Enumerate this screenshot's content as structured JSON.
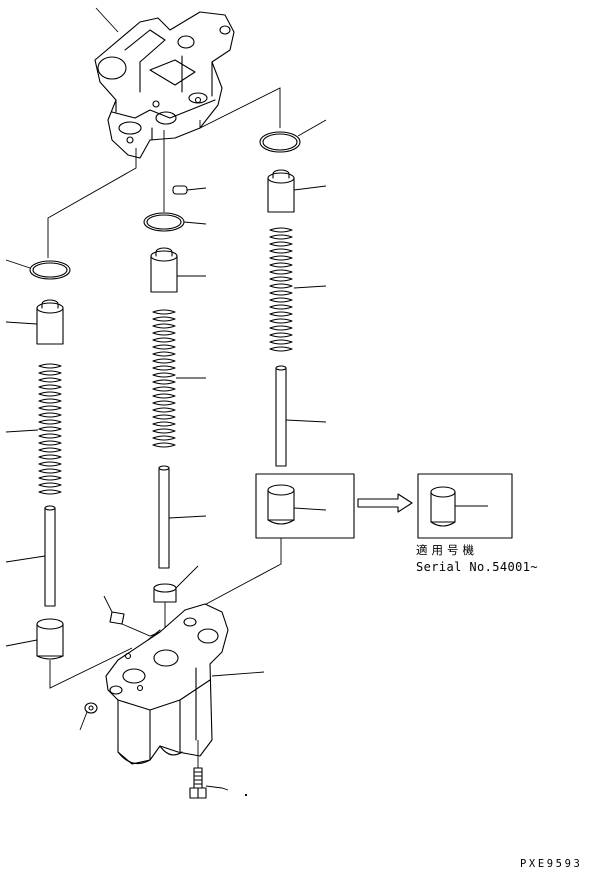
{
  "note": {
    "applicable_machine": "適用号機",
    "serial": "Serial No.54001~"
  },
  "drawing_id": "PXE9593",
  "icons": [
    "arrow-right-icon"
  ]
}
